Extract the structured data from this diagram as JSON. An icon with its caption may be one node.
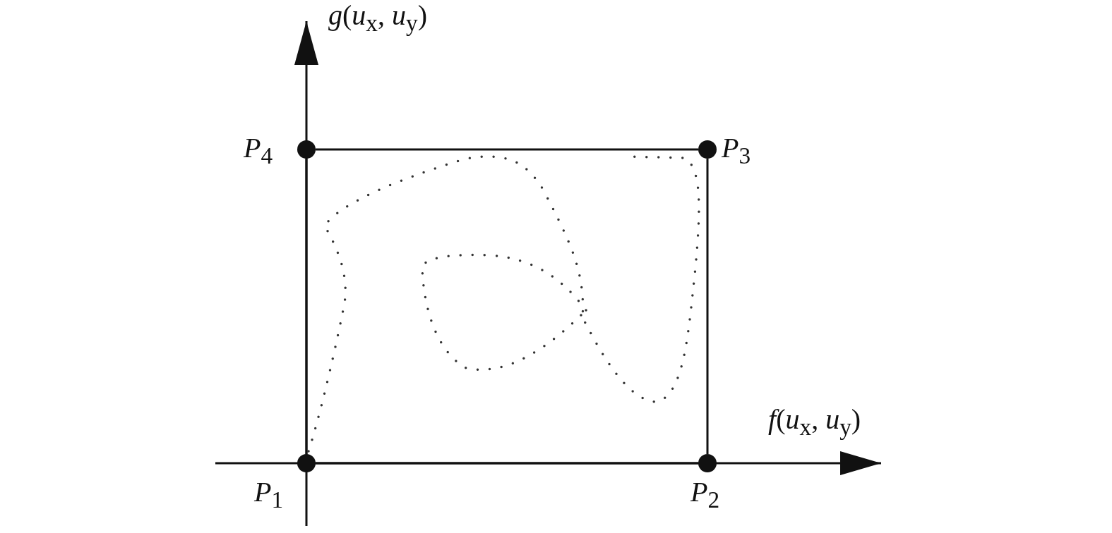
{
  "diagram": {
    "nodes": [
      {
        "text": [],
        "shape": "circle",
        "beside": [
          "*P*$_{1}$"
        ]
      },
      {
        "text": [],
        "shape": "circle",
        "beside": [
          "*P*$_{2}$"
        ]
      },
      {
        "text": [],
        "shape": "circle",
        "beside": [
          "*P*$_{3}$"
        ]
      },
      {
        "text": [],
        "shape": "circle",
        "beside": [
          "*P*$_{4}$"
        ]
      }
    ],
    "edges": [
      {
        "from": 0,
        "to": 1,
        "arrow": "none"
      },
      {
        "from": 1,
        "to": 2,
        "arrow": "none"
      },
      {
        "from": 2,
        "to": 3,
        "arrow": "none"
      },
      {
        "from": 3,
        "to": 0,
        "arrow": "none"
      }
    ],
    "labels": [
      "*g*(*u*$_{x}$, *u*$_{y}$)",
      "*f*(*u*$_{x}$, *u*$_{y}$)"
    ]
  }
}
